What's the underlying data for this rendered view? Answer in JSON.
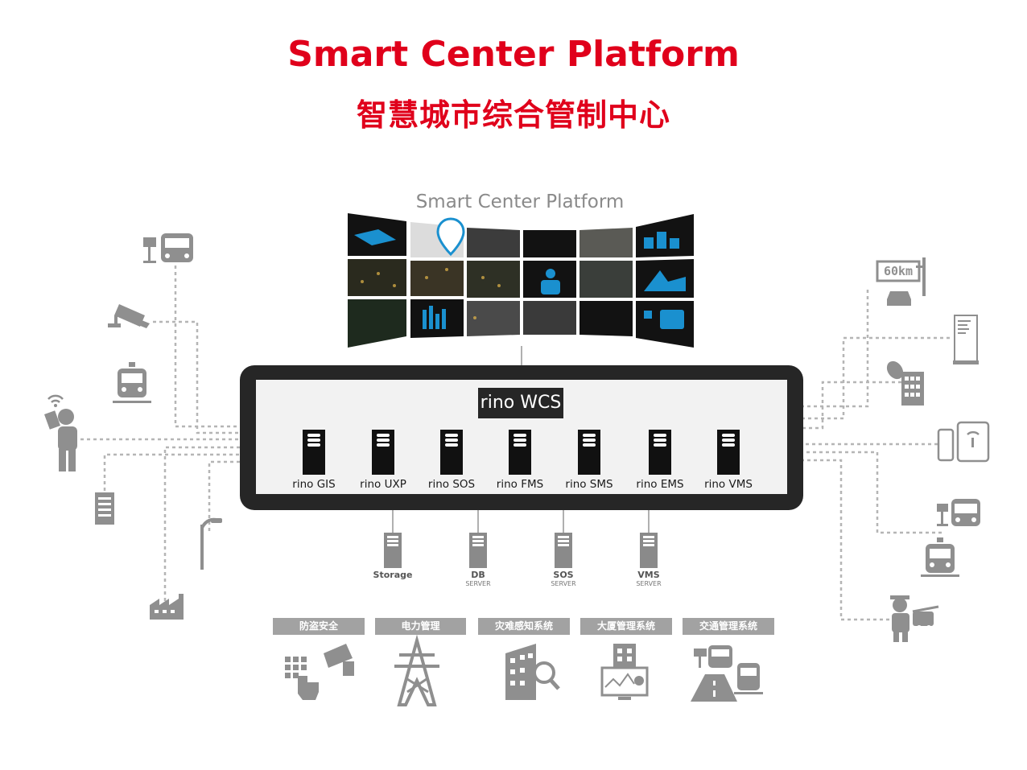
{
  "header": {
    "title_en": "Smart Center Platform",
    "title_cn": "智慧城市综合管制中心"
  },
  "video_wall": {
    "label": "Smart Center Platform"
  },
  "hub": {
    "badge": "rino WCS",
    "servers": [
      "rino GIS",
      "rino UXP",
      "rino SOS",
      "rino FMS",
      "rino SMS",
      "rino EMS",
      "rino VMS"
    ]
  },
  "sub_servers": [
    {
      "name": "Storage",
      "sub": ""
    },
    {
      "name": "DB",
      "sub": "SERVER"
    },
    {
      "name": "SOS",
      "sub": "SERVER"
    },
    {
      "name": "VMS",
      "sub": "SERVER"
    }
  ],
  "categories": [
    "防盗安全",
    "电力管理",
    "灾难感知系统",
    "大厦管理系统",
    "交通管理系统"
  ],
  "right_devices": {
    "speed_sign": "60km"
  },
  "colors": {
    "title": "#e0001b",
    "hub_frame": "#262626",
    "hub_inner": "#f2f2f2",
    "icon_grey": "#8f8f8f",
    "line_grey": "#b4b4b4",
    "screen_blue": "#1a90cf"
  }
}
